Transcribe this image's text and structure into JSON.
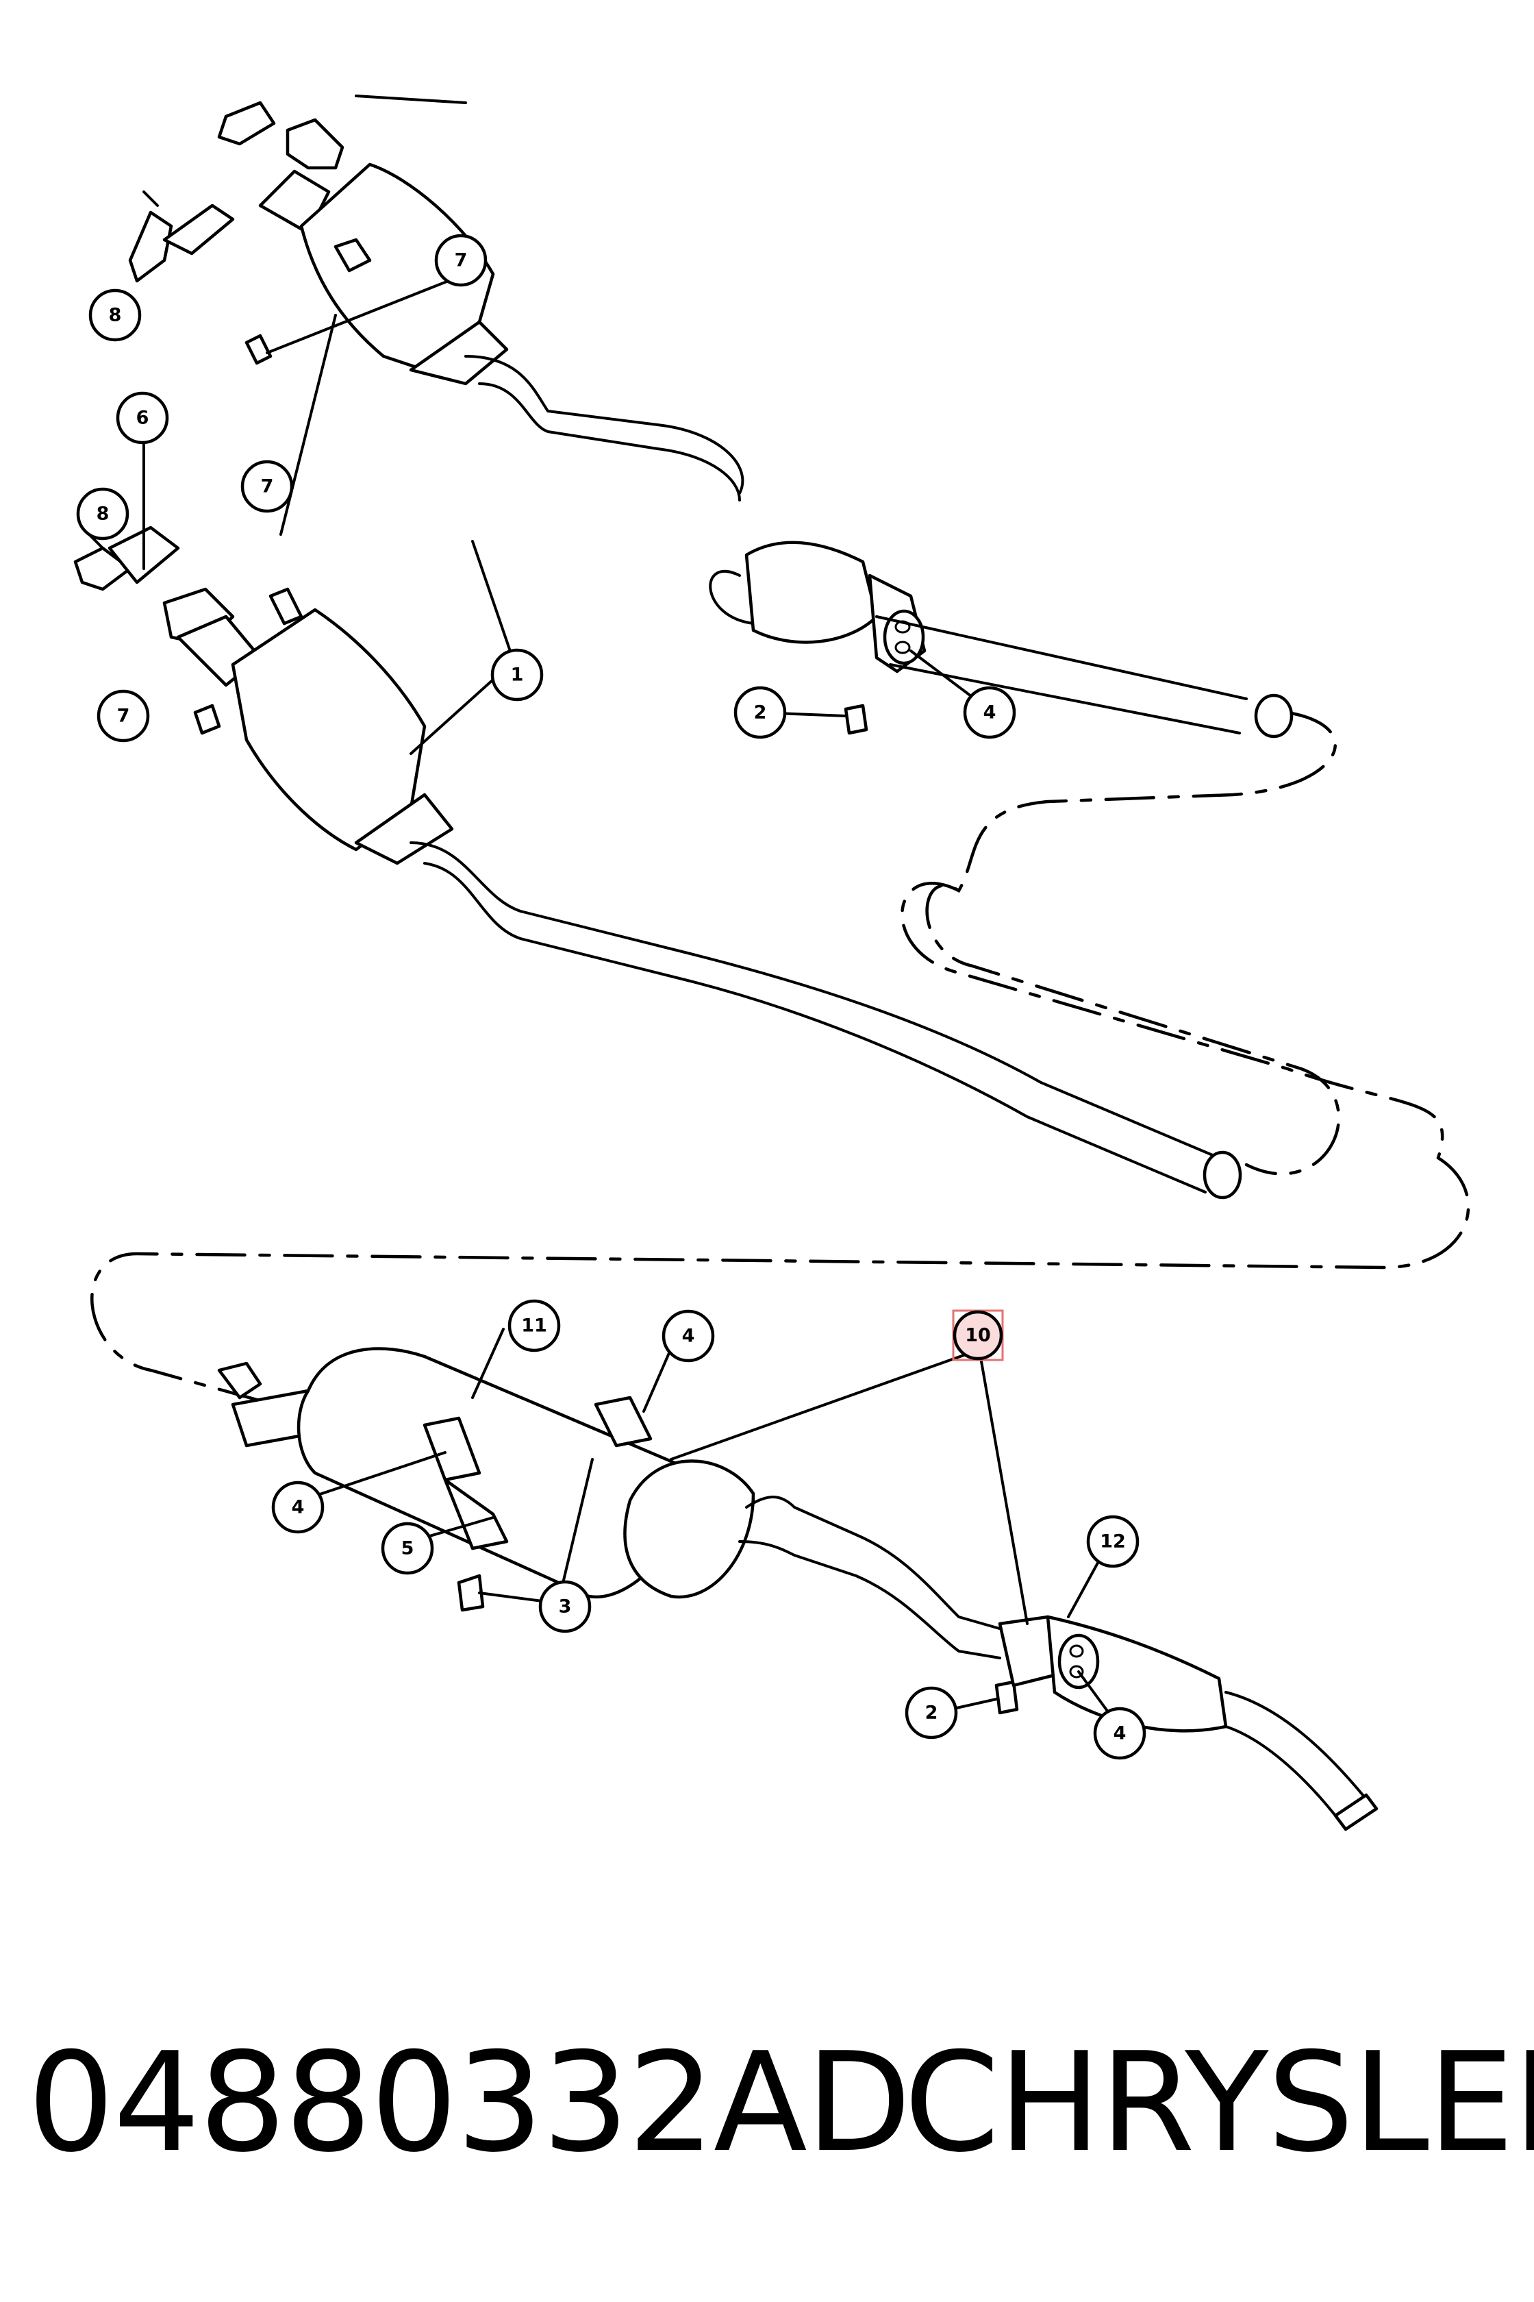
{
  "diagram": {
    "callouts": [
      {
        "id": "c1",
        "label": "1"
      },
      {
        "id": "c2a",
        "label": "2"
      },
      {
        "id": "c2b",
        "label": "2"
      },
      {
        "id": "c3",
        "label": "3"
      },
      {
        "id": "c4a",
        "label": "4"
      },
      {
        "id": "c4b",
        "label": "4"
      },
      {
        "id": "c4c",
        "label": "4"
      },
      {
        "id": "c4d",
        "label": "4"
      },
      {
        "id": "c5",
        "label": "5"
      },
      {
        "id": "c6",
        "label": "6"
      },
      {
        "id": "c7a",
        "label": "7"
      },
      {
        "id": "c7b",
        "label": "7"
      },
      {
        "id": "c7c",
        "label": "7"
      },
      {
        "id": "c8a",
        "label": "8"
      },
      {
        "id": "c8b",
        "label": "8"
      },
      {
        "id": "c10",
        "label": "10",
        "highlighted": true
      },
      {
        "id": "c11",
        "label": "11"
      },
      {
        "id": "c12",
        "label": "12"
      }
    ],
    "highlight_color": "#e57373"
  },
  "caption": {
    "part_number": "04880332AD",
    "brand": "CHRYSLER"
  }
}
